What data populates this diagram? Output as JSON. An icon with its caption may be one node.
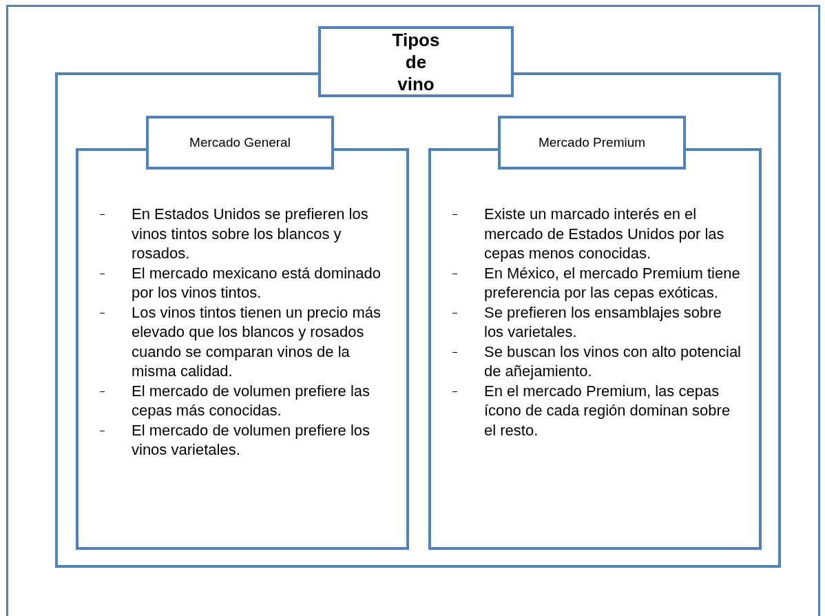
{
  "diagram": {
    "nodes": [
      {
        "text": [
          "Tipos de vino"
        ]
      },
      {
        "text": [],
        "shape": "box"
      },
      {
        "text": [
          "Mercado General"
        ],
        "in": 1
      },
      {
        "text": [
          "En Estados Unidos se prefieren los vinos tintos sobre los blancos y rosados.",
          "El mercado mexicano está dominado por los vinos tintos.",
          "Los vinos tintos tienen un precio más elevado que los blancos y rosados cuando se comparan vinos de la misma calidad.",
          "El mercado de volumen prefiere las cepas más conocidas.",
          "El mercado de volumen prefiere los vinos varietales."
        ],
        "in": 1
      },
      {
        "text": [
          "Mercado Premium"
        ],
        "in": 1
      },
      {
        "text": [
          "Existe un marcado interés en el mercado de Estados Unidos por las cepas menos conocidas.",
          "En México, el mercado Premium tiene preferencia por las cepas exóticas.",
          "Se prefieren los ensamblajes sobre los varietales.",
          "Se buscan los vinos con alto potencial de añejamiento.",
          "En el mercado Premium, las cepas ícono de cada región dominan sobre el resto."
        ],
        "in": 1
      }
    ]
  }
}
